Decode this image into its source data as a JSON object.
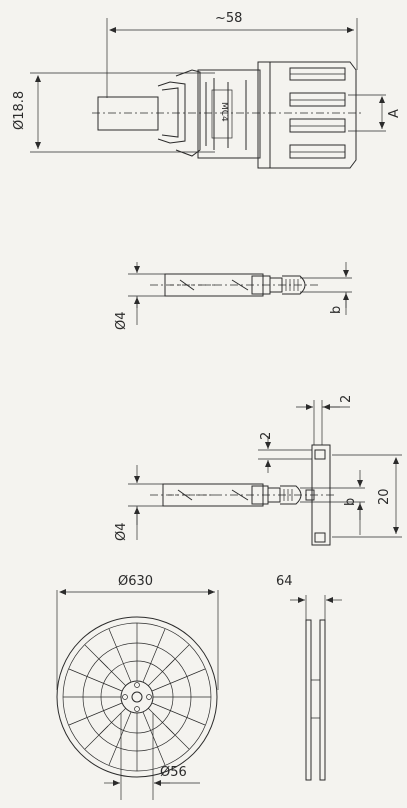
{
  "views": {
    "connector": {
      "dim_length": "~58",
      "dim_diameter": "Ø18.8",
      "dim_a": "A",
      "marking": "MC4"
    },
    "pin_male": {
      "dim_diameter": "Ø4",
      "dim_b": "b"
    },
    "pin_female": {
      "dim_diameter": "Ø4",
      "dim_b": "b",
      "dim_2_top": "2",
      "dim_2_side": "2",
      "dim_20": "20"
    },
    "reel": {
      "dim_outer": "Ø630",
      "dim_hub": "Ø56",
      "dim_width": "64"
    }
  }
}
